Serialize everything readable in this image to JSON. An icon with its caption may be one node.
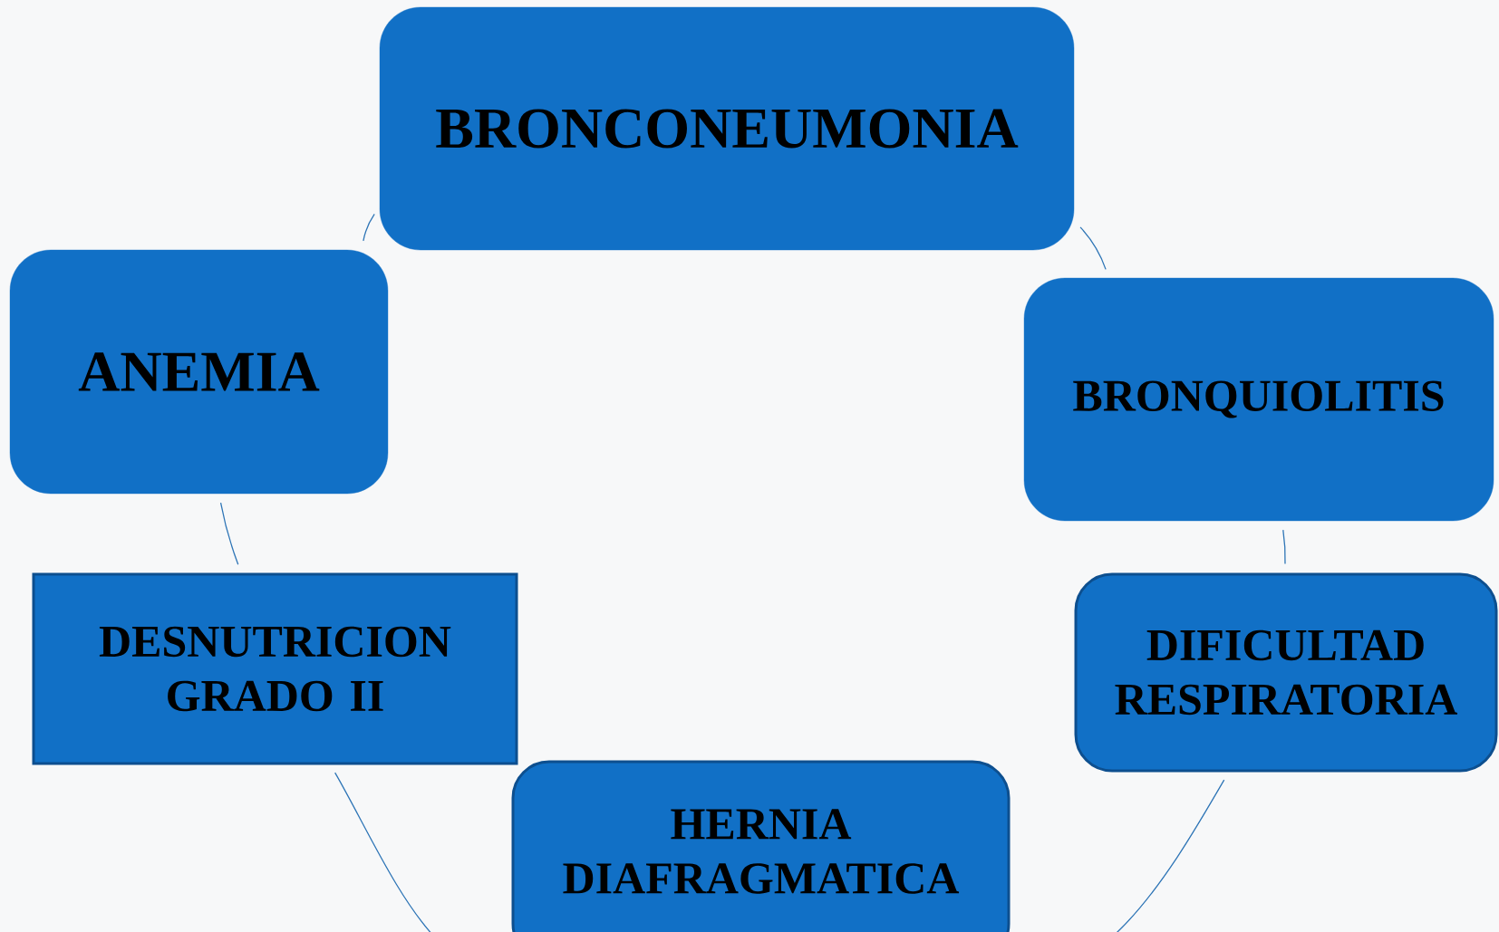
{
  "diagram": {
    "nodes": [
      {
        "text": [
          "BRONCONEUMONIA"
        ]
      },
      {
        "text": [
          "ANEMIA"
        ]
      },
      {
        "text": [
          "BRONQUIOLITIS"
        ]
      },
      {
        "text": [
          "DESNUTRICION GRADO II"
        ]
      },
      {
        "text": [
          "DIFICULTAD RESPIRATORIA"
        ]
      },
      {
        "text": [
          "HERNIA DIAFRAGMATICA"
        ]
      }
    ],
    "edges": [
      {
        "from": 0,
        "to": 2,
        "arrow": "none"
      },
      {
        "from": 2,
        "to": 4,
        "arrow": "none"
      },
      {
        "from": 4,
        "to": 5,
        "arrow": "none"
      },
      {
        "from": 5,
        "to": 3,
        "arrow": "none"
      },
      {
        "from": 3,
        "to": 1,
        "arrow": "none"
      },
      {
        "from": 1,
        "to": 0,
        "arrow": "none"
      }
    ]
  }
}
